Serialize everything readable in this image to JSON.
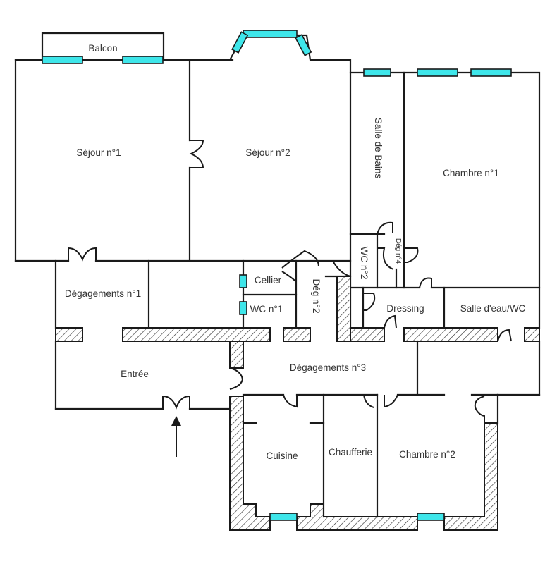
{
  "plan": {
    "colors": {
      "wall": "#1a1a1a",
      "window": "#3ee6ea",
      "label": "#333333",
      "background": "#ffffff"
    },
    "rooms": {
      "balcon": "Balcon",
      "sejour1": "Séjour n°1",
      "sejour2": "Séjour n°2",
      "salle_de_bains": "Salle de Bains",
      "chambre1": "Chambre n°1",
      "wc2": "WC n°2",
      "deg4": "Dég n°4",
      "degagements1": "Dégagements n°1",
      "cellier": "Cellier",
      "wc1": "WC n°1",
      "deg2": "Dég n°2",
      "dressing": "Dressing",
      "salle_deau_wc": "Salle d'eau/WC",
      "entree": "Entrée",
      "degagements3": "Dégagements n°3",
      "cuisine": "Cuisine",
      "chaufferie": "Chaufferie",
      "chambre2": "Chambre n°2"
    },
    "legend": {
      "entrance_arrow": "entrance-arrow"
    }
  }
}
